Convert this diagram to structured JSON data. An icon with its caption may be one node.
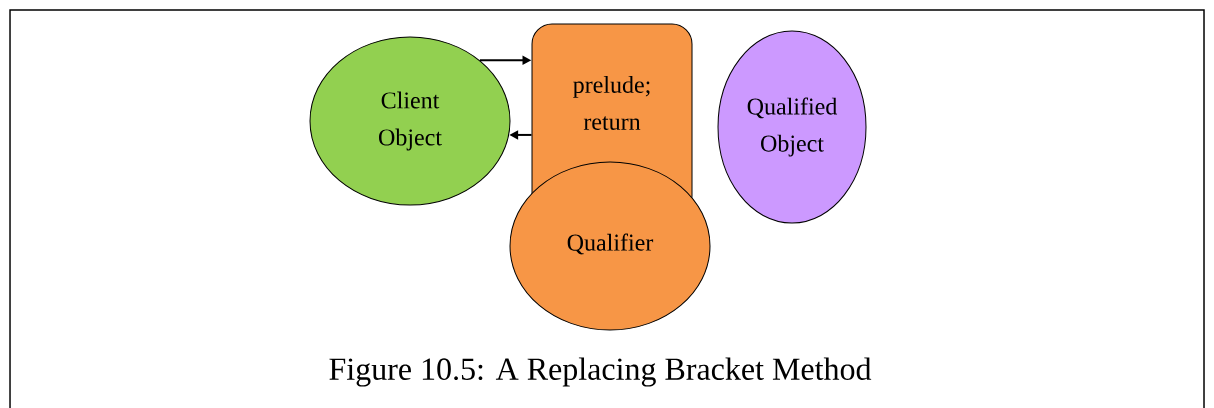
{
  "diagram": {
    "caption": "Figure 10.5:   A Replacing Bracket Method",
    "nodes": [
      {
        "text": [
          "Client Object"
        ]
      },
      {
        "text": [
          "prelude; return"
        ]
      },
      {
        "text": [
          "Qualifier"
        ]
      },
      {
        "text": [
          "Qualified Object"
        ]
      }
    ],
    "edges": [
      {
        "from": 0,
        "to": 1,
        "arrow": "to"
      },
      {
        "from": 1,
        "to": 0,
        "arrow": "to"
      }
    ]
  }
}
